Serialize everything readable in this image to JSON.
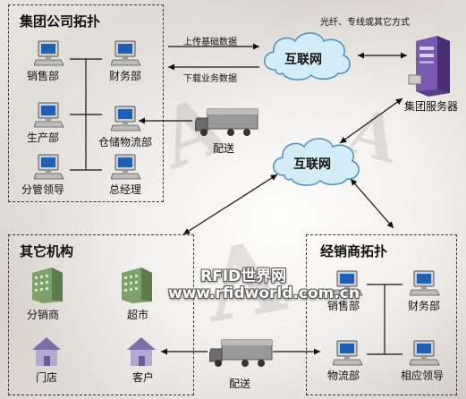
{
  "groups": {
    "group_topology": {
      "title": "集团公司拓扑",
      "nodes": [
        "销售部",
        "财务部",
        "生产部",
        "仓储物流部",
        "分管领导",
        "总经理"
      ]
    },
    "other_orgs": {
      "title": "其它机构",
      "nodes": [
        "分销商",
        "超市",
        "门店",
        "客户"
      ]
    },
    "dealer_topology": {
      "title": "经销商拓扑",
      "nodes": [
        "销售部",
        "财务部",
        "物流部",
        "相应领导"
      ]
    }
  },
  "links": {
    "upload_label": "上传基础数据",
    "download_label": "下载业务数据",
    "connection_label": "光纤、专线或其它方式"
  },
  "clouds": {
    "top": "互联网",
    "middle": "互联网"
  },
  "server_label": "集团服务器",
  "truck_labels": {
    "top": "配送",
    "bottom": "配送"
  },
  "watermark": {
    "line1": "RFID世界网",
    "line2": "www.rfidworld.com.cn"
  },
  "icons": {
    "pc": "computer-icon",
    "server": "server-tower-icon",
    "cloud": "cloud-icon",
    "truck": "delivery-truck-icon",
    "building": "building-icon",
    "house": "house-icon"
  },
  "colors": {
    "cloud_fill": "#d4ecf8",
    "cloud_stroke": "#4a8fc0",
    "server_purple": "#6a4a9a",
    "building_green": "#7ea06a",
    "house_purple": "#9a8ac0"
  }
}
